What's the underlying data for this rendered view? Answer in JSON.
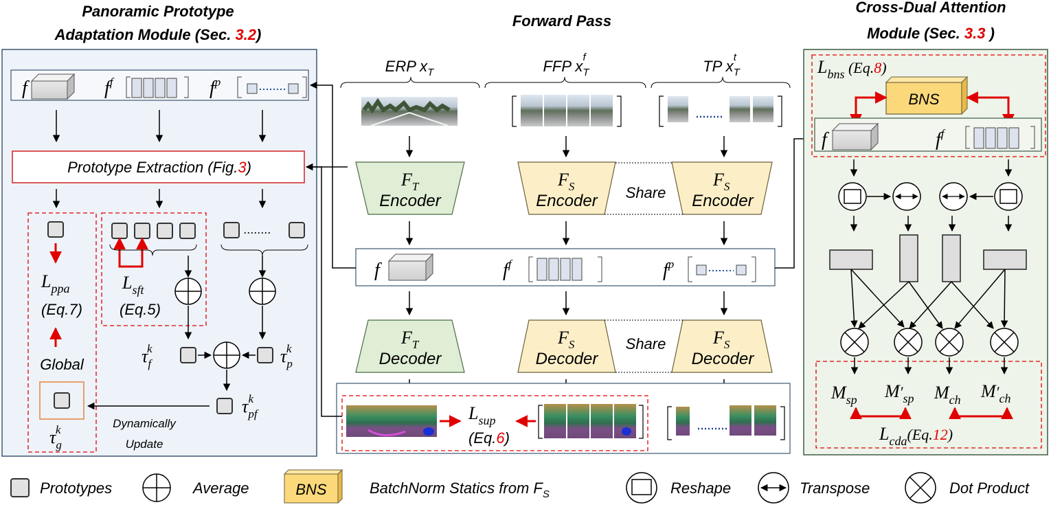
{
  "titles": {
    "left_line1": "Panoramic Prototype",
    "left_line2_pre": "Adaptation Module (Sec. ",
    "left_line2_ref": "3.2",
    "left_line2_post": ")",
    "center": "Forward Pass",
    "right_line1": "Cross-Dual Attention",
    "right_line2_pre": "Module (Sec. ",
    "right_line2_ref": "3.3",
    "right_line2_post": " )"
  },
  "inputs": {
    "erp": "ERP x",
    "erp_sub": "T",
    "ffp": "FFP x",
    "ffp_sub": "T",
    "ffp_sup": "f",
    "tp": "TP x",
    "tp_sub": "T",
    "tp_sup": "t"
  },
  "encoders": {
    "teacher_symbol": "F",
    "teacher_sub": "T",
    "student_symbol": "F",
    "student_sub": "S",
    "encoder_label": "Encoder",
    "decoder_label": "Decoder",
    "share_label": "Share"
  },
  "features": {
    "f": "f",
    "ff": "f",
    "ff_sup": "f",
    "fp": "f",
    "fp_sup": "p"
  },
  "left_module": {
    "prototype_extraction_pre": "Prototype Extraction (Fig.",
    "prototype_extraction_ref": "3",
    "prototype_extraction_post": ")",
    "l_ppa": "L",
    "l_ppa_sub": "ppa",
    "eq7": "(Eq.7)",
    "l_sft": "L",
    "l_sft_sub": "sft",
    "eq5": "(Eq.5)",
    "global": "Global",
    "tau": "τ",
    "tau_f_sub": "f",
    "tau_p_sub": "p",
    "tau_pf_sub": "pf",
    "tau_g_sub": "g",
    "tau_sup": "k",
    "dynamically": "Dynamically",
    "update": "Update",
    "dots": "........"
  },
  "sup_loss": {
    "l_sup": "L",
    "l_sup_sub": "sup",
    "eq6_pre": "(Eq.",
    "eq6_ref": "6",
    "eq6_post": ")"
  },
  "right_module": {
    "l_bns": "L",
    "l_bns_sub": "bns",
    "eq8_pre": " (Eq.",
    "eq8_ref": "8",
    "eq8_post": ")",
    "bns": "BNS",
    "m": "M",
    "m_sp_sub": "sp",
    "m_ch_sub": "ch",
    "l_cda": "L",
    "l_cda_sub": "cda",
    "eq12_pre": "(Eq.",
    "eq12_ref": "12",
    "eq12_post": ")"
  },
  "legend": {
    "prototypes": "Prototypes",
    "average": "Average",
    "bns": "BNS",
    "batchnorm_pre": "BatchNorm Statics from F",
    "batchnorm_sub": "S",
    "reshape": "Reshape",
    "transpose": "Transpose",
    "dot_product": "Dot Product"
  },
  "colors": {
    "red": "#e00000",
    "left_panel_bg": "#eef3fa",
    "left_panel_border": "#3b5670",
    "right_panel_bg": "#eef4e9",
    "right_panel_border": "#3e5a45",
    "teacher_green": "#dfeed5",
    "student_yellow": "#fcefc8",
    "bns_fill": "#fbd97a",
    "proto_fill": "#e2e2e2",
    "update_box": "#e5843a"
  }
}
